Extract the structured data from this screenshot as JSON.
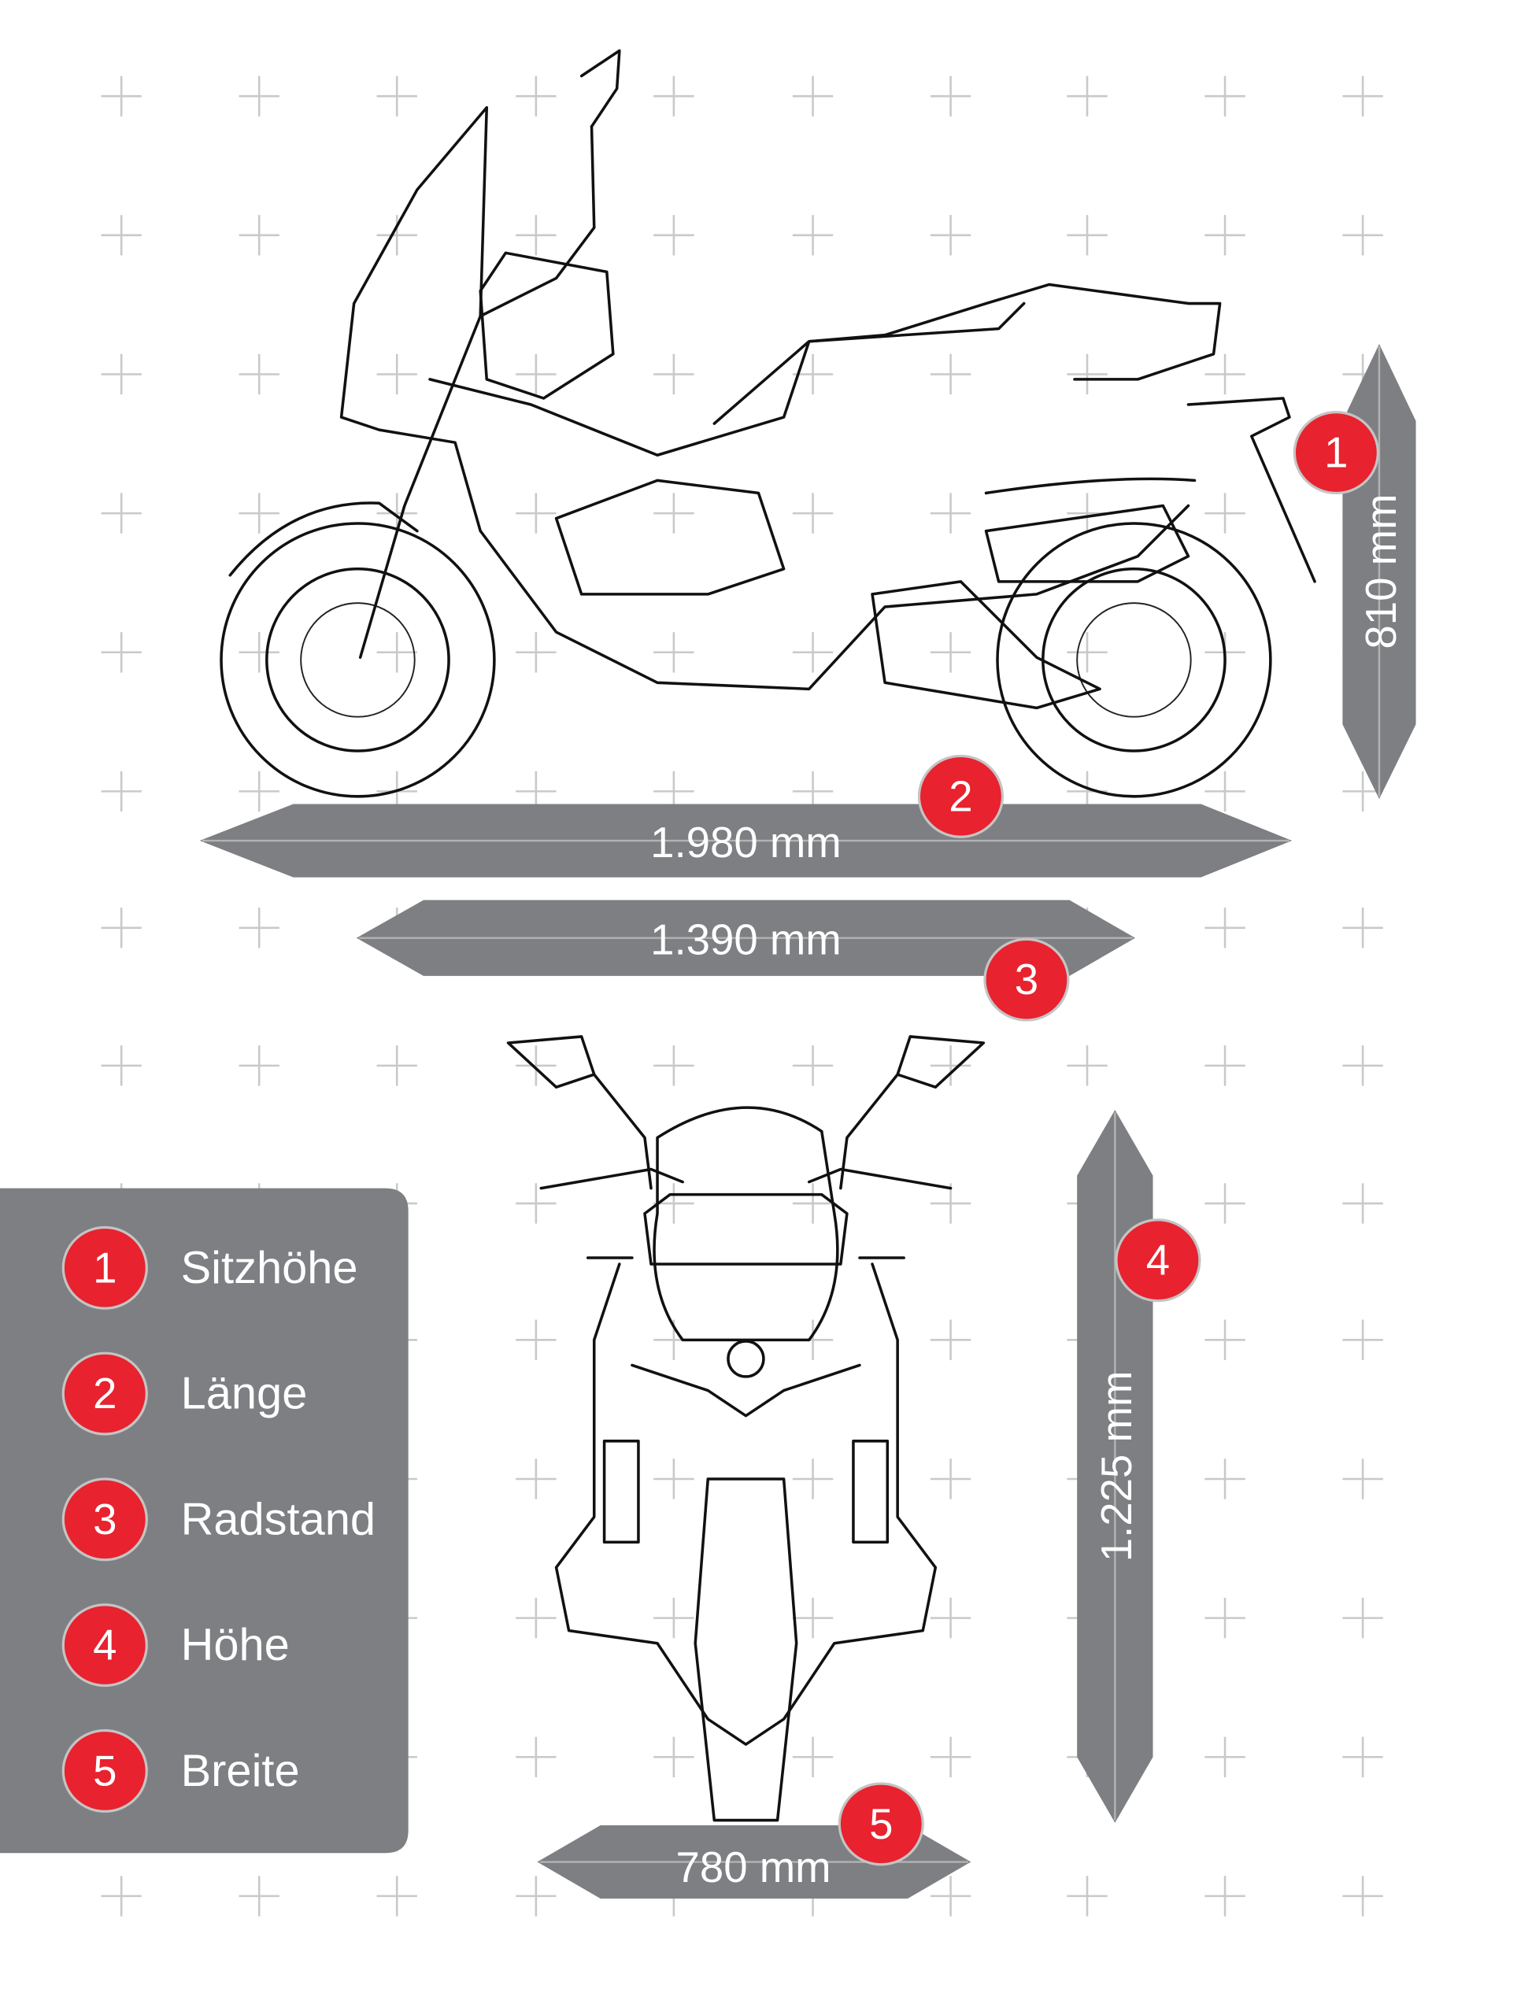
{
  "colors": {
    "bar": "#7d7f82",
    "badge": "#e8222e",
    "grid": "#c9c9c9",
    "legend_bg": "#7d7f82"
  },
  "dimensions": {
    "seat_height": {
      "number": "1",
      "value": "810 mm"
    },
    "length": {
      "number": "2",
      "value": "1.980 mm"
    },
    "wheelbase": {
      "number": "3",
      "value": "1.390 mm"
    },
    "height": {
      "number": "4",
      "value": "1.225 mm"
    },
    "width": {
      "number": "5",
      "value": "780 mm"
    }
  },
  "legend": {
    "items": [
      {
        "number": "1",
        "label": "Sitzhöhe"
      },
      {
        "number": "2",
        "label": "Länge"
      },
      {
        "number": "3",
        "label": "Radstand"
      },
      {
        "number": "4",
        "label": "Höhe"
      },
      {
        "number": "5",
        "label": "Breite"
      }
    ]
  }
}
